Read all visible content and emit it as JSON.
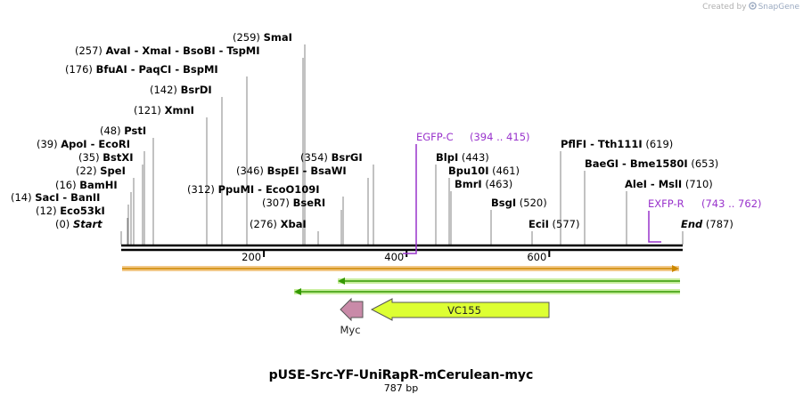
{
  "credit": {
    "prefix": "Created by",
    "brand": "SnapGene"
  },
  "title": "pUSE-Src-YF-UniRapR-mCerulean-myc",
  "subtitle": "787 bp",
  "ruler": {
    "ticks": [
      {
        "label": "200",
        "pos": 200
      },
      {
        "label": "400",
        "pos": 400
      },
      {
        "label": "600",
        "pos": 600
      }
    ]
  },
  "sites": [
    {
      "id": "start",
      "name": "Start",
      "pos_label": "(0)",
      "italic": true
    },
    {
      "id": "eco53ki",
      "name": "Eco53kI",
      "pos_label": "(12)"
    },
    {
      "id": "saci",
      "name": "SacI  -  BanII",
      "pos_label": "(14)"
    },
    {
      "id": "bamhi",
      "name": "BamHI",
      "pos_label": "(16)"
    },
    {
      "id": "spei",
      "name": "SpeI",
      "pos_label": "(22)"
    },
    {
      "id": "bstxi",
      "name": "BstXI",
      "pos_label": "(35)"
    },
    {
      "id": "apoi",
      "name": "ApoI  -  EcoRI",
      "pos_label": "(39)"
    },
    {
      "id": "psti",
      "name": "PstI",
      "pos_label": "(48)"
    },
    {
      "id": "xmni",
      "name": "XmnI",
      "pos_label": "(121)"
    },
    {
      "id": "bsrdi",
      "name": "BsrDI",
      "pos_label": "(142)"
    },
    {
      "id": "bfuai",
      "name": "BfuAI  -  PaqCI  -  BspMI",
      "pos_label": "(176)"
    },
    {
      "id": "avai",
      "name": "AvaI  -  XmaI  -  BsoBI  -  TspMI",
      "pos_label": "(257)"
    },
    {
      "id": "smai",
      "name": "SmaI",
      "pos_label": "(259)"
    },
    {
      "id": "xbai",
      "name": "XbaI",
      "pos_label": "(276)"
    },
    {
      "id": "bseri",
      "name": "BseRI",
      "pos_label": "(307)"
    },
    {
      "id": "ppumi",
      "name": "PpuMI  -  EcoO109I",
      "pos_label": "(312)"
    },
    {
      "id": "bspei",
      "name": "BspEI  -  BsaWI",
      "pos_label": "(346)"
    },
    {
      "id": "bsrgi",
      "name": "BsrGI",
      "pos_label": "(354)"
    },
    {
      "id": "blpi",
      "name": "BlpI",
      "pos_label": "(443)"
    },
    {
      "id": "bpu10i",
      "name": "Bpu10I",
      "pos_label": "(461)"
    },
    {
      "id": "bmri",
      "name": "BmrI",
      "pos_label": "(463)"
    },
    {
      "id": "bsgi",
      "name": "BsgI",
      "pos_label": "(520)"
    },
    {
      "id": "ecii",
      "name": "EciI",
      "pos_label": "(577)"
    },
    {
      "id": "pflfi",
      "name": "PflFI  -  Tth111I",
      "pos_label": "(619)"
    },
    {
      "id": "baegi",
      "name": "BaeGI  -  Bme1580I",
      "pos_label": "(653)"
    },
    {
      "id": "alei",
      "name": "AleI  -  MslI",
      "pos_label": "(710)"
    },
    {
      "id": "end",
      "name": "End",
      "pos_label": "(787)",
      "italic": true
    }
  ],
  "primers": [
    {
      "id": "egfp-c",
      "name": "EGFP-C",
      "range": "(394 .. 415)",
      "color": "#9933cc"
    },
    {
      "id": "exfp-r",
      "name": "EXFP-R",
      "range": "(743 .. 762)",
      "color": "#9933cc"
    }
  ],
  "features": [
    {
      "id": "myc",
      "name": "Myc",
      "color": "#c98aa8"
    },
    {
      "id": "vc155",
      "name": "VC155",
      "color": "#ddff33"
    }
  ],
  "colors": {
    "backbone": "#000000",
    "orf_forward": "#cc8800",
    "orf_reverse": "#339900",
    "orf_fill": "#fffbe6"
  }
}
